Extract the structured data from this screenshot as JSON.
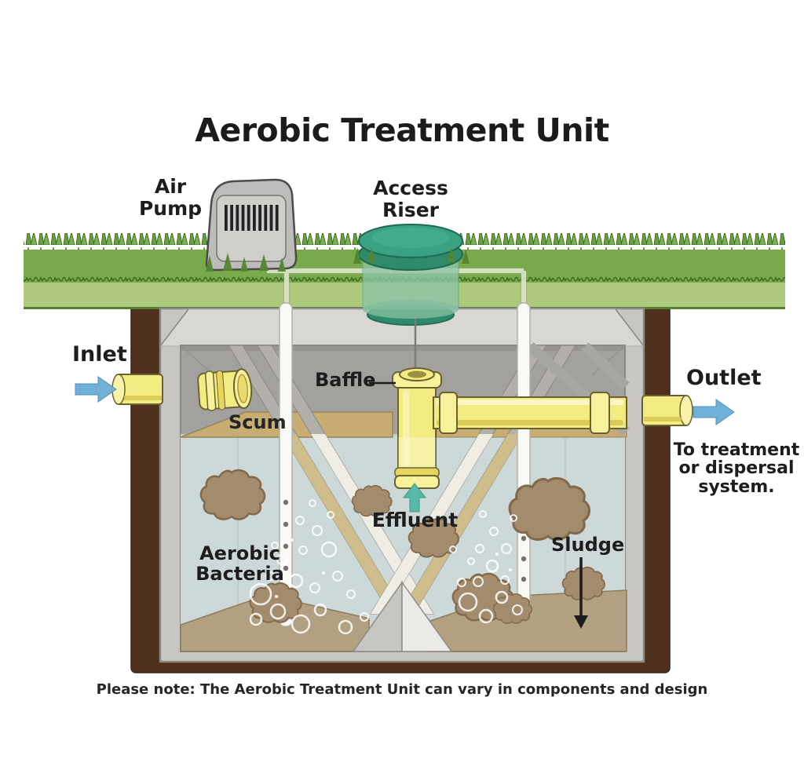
{
  "palette": {
    "grass_dark": "#76a748",
    "grass_light": "#adc97c",
    "soil_brown": "#4e301d",
    "tank_gray": "#c7c6c3",
    "tank_interior_gray": "#a3a19e",
    "water_blue_gray": "#cdd8d9",
    "scum_tan": "#c7ad72",
    "sludge_tan": "#b1a081",
    "pipe_yellow": "#f3ec83",
    "riser_green": "#3aa183",
    "flow_arrow_blue": "#72b1d7",
    "effluent_arrow_teal": "#57b9a6",
    "label_text": "#1d1d1d"
  },
  "title": "Aerobic Treatment Unit",
  "labels": {
    "air_pump_line1": "Air",
    "air_pump_line2": "Pump",
    "access_riser_line1": "Access",
    "access_riser_line2": "Riser",
    "inlet": "Inlet",
    "outlet": "Outlet",
    "baffle": "Baffle",
    "scum": "Scum",
    "effluent": "Effluent",
    "aerobic_bacteria_line1": "Aerobic",
    "aerobic_bacteria_line2": "Bacteria",
    "sludge": "Sludge",
    "outlet_destination_line1": "To treatment",
    "outlet_destination_line2": "or dispersal",
    "outlet_destination_line3": "system."
  },
  "footnote": "Please note: The Aerobic Treatment Unit can vary in components and design"
}
